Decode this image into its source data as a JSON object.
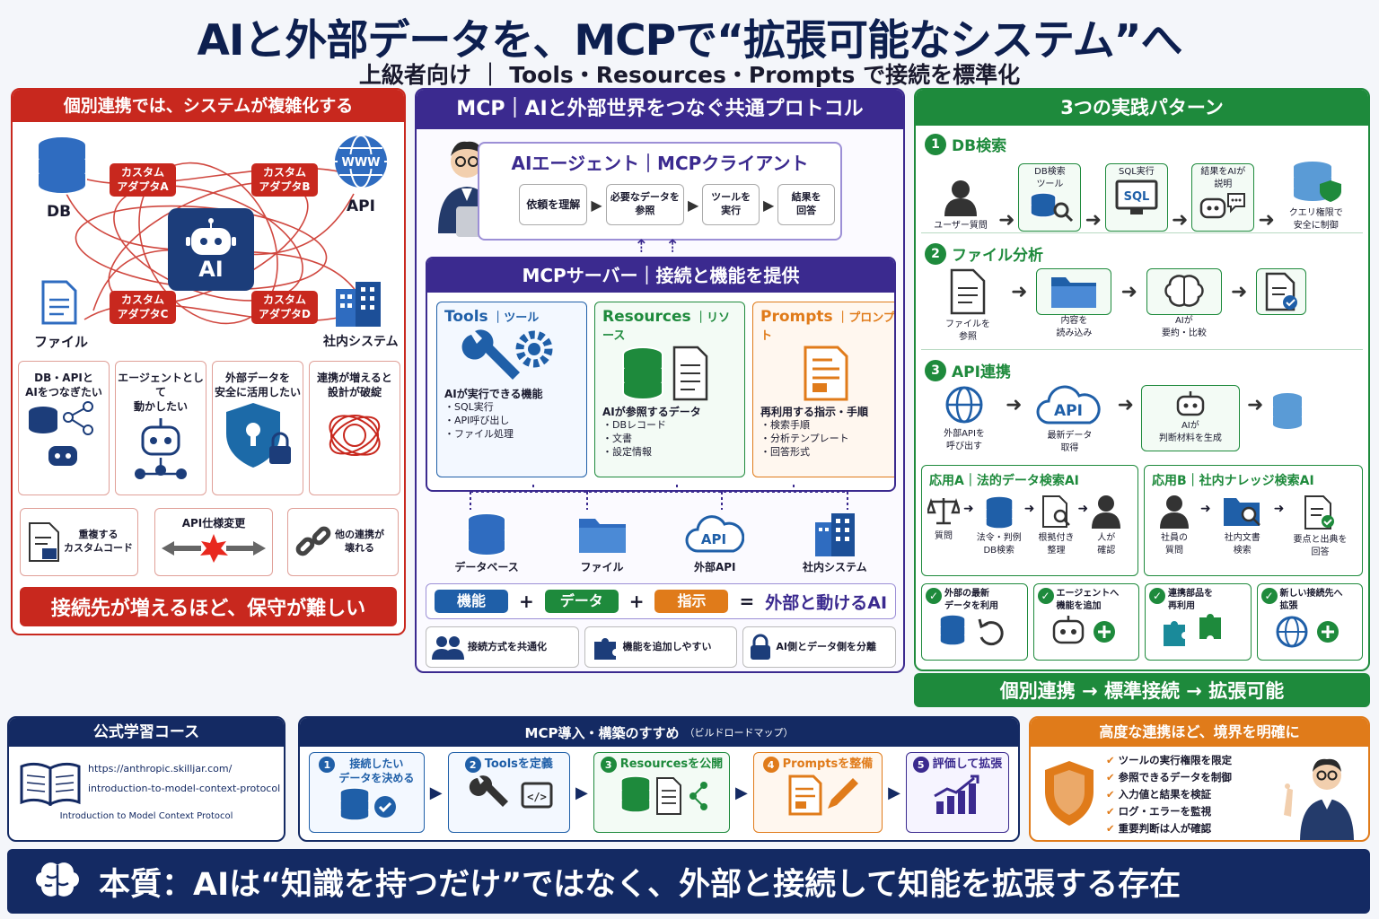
{
  "title": "AIと外部データを、MCPで“拡張可能なシステム”へ",
  "subtitle": "上級者向け ｜ Tools・Resources・Prompts で接続を標準化",
  "left": {
    "header": "個別連携では、システムが複雑化する",
    "db": "DB",
    "api": "API",
    "file": "ファイル",
    "corp": "社内システム",
    "ai": "AI",
    "adapters": [
      "カスタム\nアダプタA",
      "カスタム\nアダプタB",
      "カスタム\nアダプタC",
      "カスタム\nアダプタD"
    ],
    "needs": [
      "DB・APIと\nAIをつなぎたい",
      "エージェントとして\n動かしたい",
      "外部データを\n安全に活用したい",
      "連携が増えると\n設計が破綻"
    ],
    "problems": [
      "重複する\nカスタムコード",
      "API仕様変更",
      "他の連携が\n壊れる"
    ],
    "conclusion": "接続先が増えるほど、保守が難しい"
  },
  "mid": {
    "header": "MCP｜AIと外部世界をつなぐ共通プロトコル",
    "client_title": "AIエージェント｜MCPクライアント",
    "steps": [
      "依頼を理解",
      "必要なデータを\n参照",
      "ツールを\n実行",
      "結果を\n回答"
    ],
    "server_title": "MCPサーバー｜接続と機能を提供",
    "tools": {
      "title": "Tools",
      "sub": "ツール",
      "desc": "AIが実行できる機能",
      "items": [
        "・SQL実行",
        "・API呼び出し",
        "・ファイル処理"
      ]
    },
    "resources": {
      "title": "Resources",
      "sub": "リソース",
      "desc": "AIが参照するデータ",
      "items": [
        "・DBレコード",
        "・文書",
        "・設定情報"
      ]
    },
    "prompts": {
      "title": "Prompts",
      "sub": "プロンプト",
      "desc": "再利用する指示・手順",
      "items": [
        "・検索手順",
        "・分析テンプレート",
        "・回答形式"
      ]
    },
    "targets": [
      "データベース",
      "ファイル",
      "外部API",
      "社内システム"
    ],
    "eq": [
      "機能",
      "+",
      "データ",
      "+",
      "指示",
      "=",
      "外部と動けるAI"
    ],
    "benefits": [
      "接続方式を共通化",
      "機能を追加しやすい",
      "AI側とデータ側を分離"
    ]
  },
  "right": {
    "header": "3つの実践パターン",
    "p1": {
      "num": "1",
      "title": "DB検索",
      "steps": [
        "ユーザー質問",
        "DB検索\nツール",
        "SQL実行",
        "結果をAIが\n説明",
        "クエリ権限で\n安全に制御"
      ]
    },
    "p2": {
      "num": "2",
      "title": "ファイル分析",
      "steps": [
        "ファイルを\n参照",
        "内容を\n読み込み",
        "AIが\n要約・比較"
      ]
    },
    "p3": {
      "num": "3",
      "title": "API連携",
      "steps": [
        "外部APIを\n呼び出す",
        "最新データ\n取得",
        "AIが\n判断材料を生成"
      ],
      "api": "API"
    },
    "appA": {
      "title": "応用A｜法的データ検索AI",
      "steps": [
        "質問",
        "法令・判例\nDB検索",
        "根拠付き\n整理",
        "人が\n確認"
      ]
    },
    "appB": {
      "title": "応用B｜社内ナレッジ検索AI",
      "steps": [
        "社員の\n質問",
        "社内文書\n検索",
        "要点と出典を\n回答"
      ]
    },
    "checks": [
      "外部の最新\nデータを利用",
      "エージェントへ\n機能を追加",
      "連携部品を\n再利用",
      "新しい接続先へ\n拡張"
    ],
    "flow": "個別連携 → 標準接続 → 拡張可能"
  },
  "course": {
    "header": "公式学習コース",
    "url1": "https://anthropic.skilljar.com/",
    "url2": "introduction-to-model-context-protocol",
    "name": "Introduction to Model Context Protocol"
  },
  "roadmap": {
    "header": "MCP導入・構築のすすめ",
    "header_sub": "（ビルドロードマップ）",
    "steps": [
      {
        "num": "1",
        "label": "接続したい\nデータを決める"
      },
      {
        "num": "2",
        "label": "Toolsを定義"
      },
      {
        "num": "3",
        "label": "Resourcesを公開"
      },
      {
        "num": "4",
        "label": "Promptsを整備"
      },
      {
        "num": "5",
        "label": "評価して拡張"
      }
    ]
  },
  "security": {
    "header": "高度な連携ほど、境界を明確に",
    "items": [
      "ツールの実行権限を限定",
      "参照できるデータを制御",
      "入力値と結果を検証",
      "ログ・エラーを監視",
      "重要判断は人が確認"
    ]
  },
  "footer": "本質：AIは“知識を持つだけ”ではなく、外部と接続して知能を拡張する存在",
  "colors": {
    "red": "#c8281e",
    "purple": "#3b2a8f",
    "green": "#1e8a3c",
    "navy": "#142a63",
    "orange": "#e07b1a",
    "blue": "#1f5fa8"
  }
}
